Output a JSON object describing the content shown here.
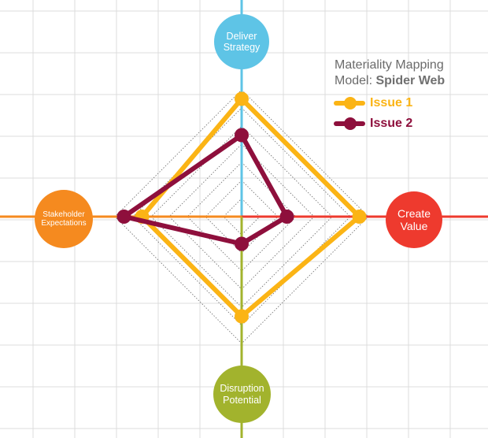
{
  "title": {
    "line1": "Materiality Mapping",
    "line2_prefix": "Model: ",
    "line2_bold": "Spider Web"
  },
  "axes": [
    {
      "label": "Deliver\nStrategy",
      "direction": "up",
      "color": "#5ec4e6"
    },
    {
      "label": "Create\nValue",
      "direction": "right",
      "color": "#ee3a2e"
    },
    {
      "label": "Disruption\nPotential",
      "direction": "down",
      "color": "#a2b32d"
    },
    {
      "label": "Stakeholder\nExpectations",
      "direction": "left",
      "color": "#f58a1f"
    }
  ],
  "scale_levels": 7,
  "series": [
    {
      "name": "Issue 1",
      "color": "#fbb415",
      "values": [
        6.5,
        6.5,
        5.5,
        5.5
      ]
    },
    {
      "name": "Issue 2",
      "color": "#8e0f3c",
      "values": [
        4.5,
        2.5,
        1.5,
        6.5
      ]
    }
  ]
}
